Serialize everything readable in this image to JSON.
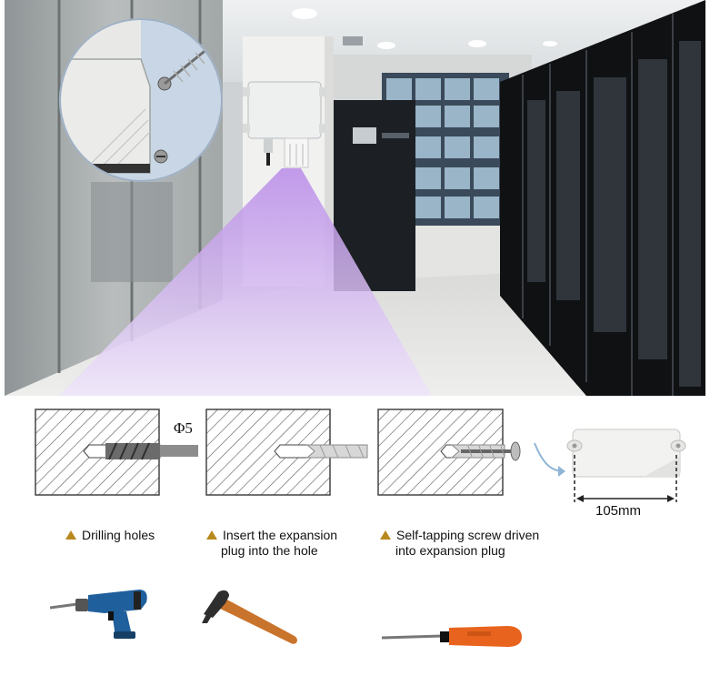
{
  "diameter_label": "Φ5",
  "width_label": "105mm",
  "steps": [
    {
      "lines": [
        "Drilling holes"
      ]
    },
    {
      "lines": [
        "Insert the expansion",
        "plug into the hole"
      ]
    },
    {
      "lines": [
        "Self-tapping screw driven",
        "into expansion plug"
      ]
    }
  ],
  "icons": [
    "electric-drill-icon",
    "hammer-icon",
    "screwdriver-icon"
  ],
  "colors": {
    "accent_triangle": "#b8891f",
    "light_beam": "#c9a6ef",
    "screwdriver_handle": "#e8641e",
    "drill_body": "#1f5f9c",
    "hammer_handle": "#c9742c"
  }
}
